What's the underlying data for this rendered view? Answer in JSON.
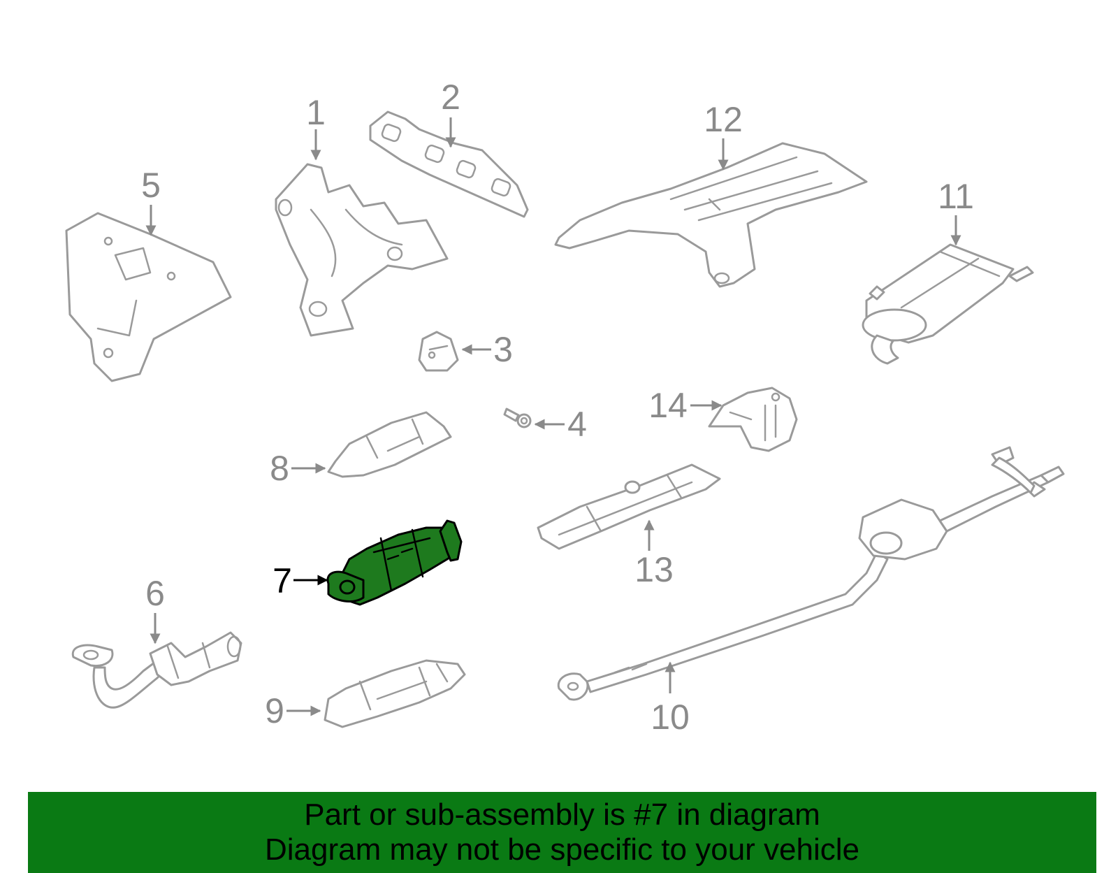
{
  "colors": {
    "highlight_fill": "#1e7a1e",
    "banner_bg": "#0a7a14",
    "part_stroke": "#9a9a9a",
    "callout_text": "#8a8a8a",
    "active_callout": "#000000"
  },
  "callouts": {
    "c1": "1",
    "c2": "2",
    "c3": "3",
    "c4": "4",
    "c5": "5",
    "c6": "6",
    "c7": "7",
    "c8": "8",
    "c9": "9",
    "c10": "10",
    "c11": "11",
    "c12": "12",
    "c13": "13",
    "c14": "14"
  },
  "highlighted_part": "7",
  "banner": {
    "line1": "Part or sub-assembly is #7 in diagram",
    "line2": "Diagram may not be specific to your vehicle"
  }
}
